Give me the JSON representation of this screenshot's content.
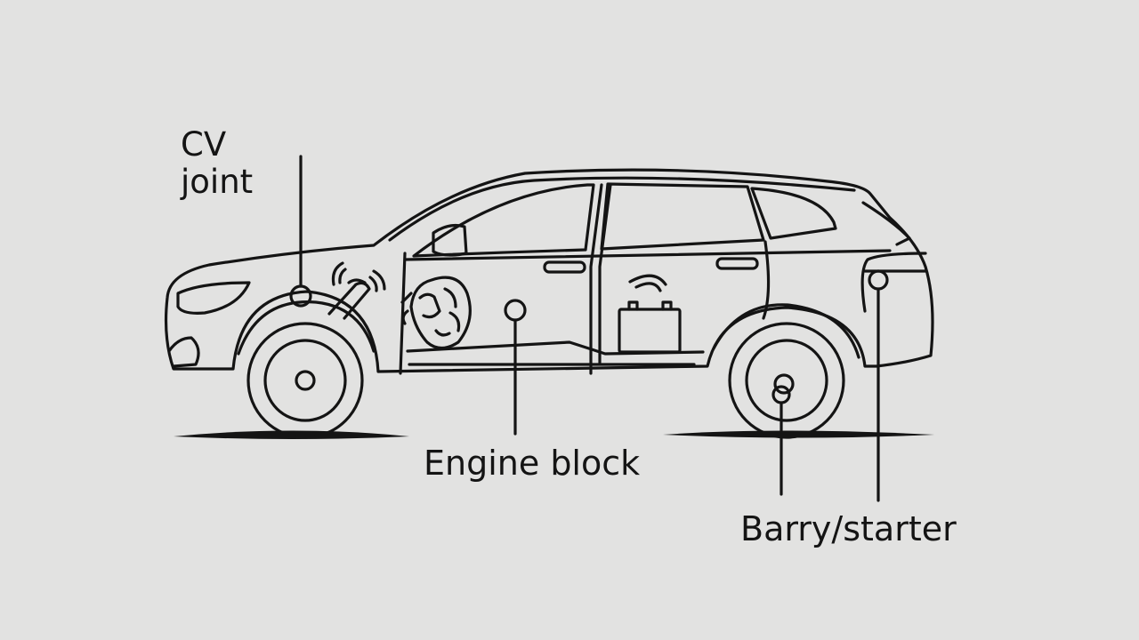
{
  "labels": {
    "cv_line1": "CV",
    "cv_line2": "joint",
    "engine_block": "Engine block",
    "battery_starter": "Barry/starter"
  },
  "colors": {
    "background": "#e2e2e1",
    "ink": "#141414"
  },
  "icons": [
    "car-outline",
    "cv-joint-icon",
    "engine-icon",
    "battery-icon"
  ]
}
